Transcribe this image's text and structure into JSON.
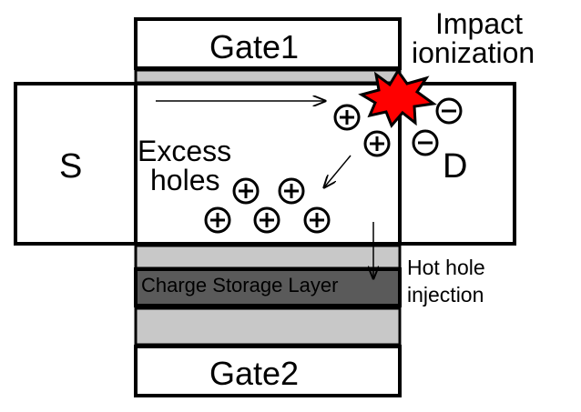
{
  "labels": {
    "gate1": "Gate1",
    "gate2": "Gate2",
    "source": "S",
    "drain": "D",
    "excess_holes_line1": "Excess",
    "excess_holes_line2": "holes",
    "impact_line1": "Impact",
    "impact_line2": "ionization",
    "charge_storage": "Charge Storage Layer",
    "hot_hole_line1": "Hot hole",
    "hot_hole_line2": "injection",
    "hole_symbol": "+",
    "electron_symbol": "−"
  },
  "colors": {
    "outline": "#000000",
    "dielectric": "#c8c8c8",
    "storage_layer": "#5a5a5a",
    "burst_fill": "#ff0000",
    "background": "#ffffff"
  }
}
